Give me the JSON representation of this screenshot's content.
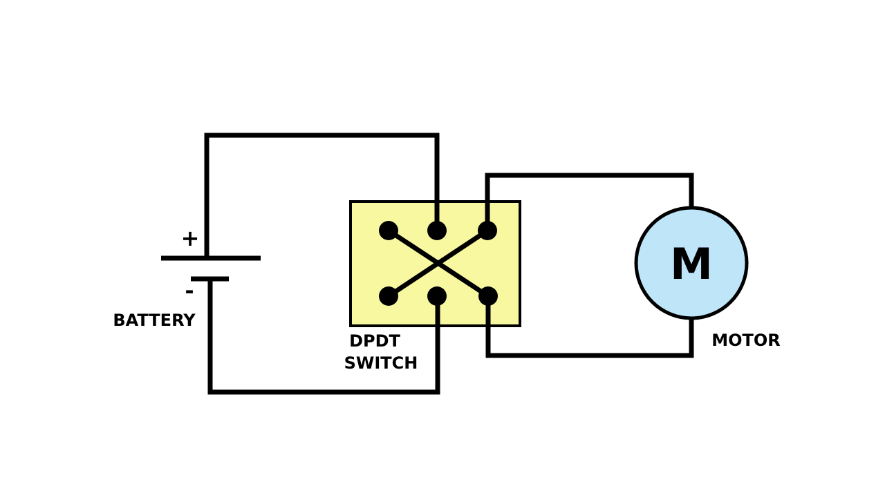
{
  "battery": {
    "label": "BATTERY",
    "plus_sign": "+",
    "minus_sign": "-"
  },
  "switch": {
    "label_line1": "DPDT",
    "label_line2": "SWITCH"
  },
  "motor": {
    "symbol": "M",
    "label": "MOTOR"
  },
  "colors": {
    "switch_fill": "#f8f8a0",
    "motor_fill": "#bfe5f8",
    "wire": "#000000"
  }
}
